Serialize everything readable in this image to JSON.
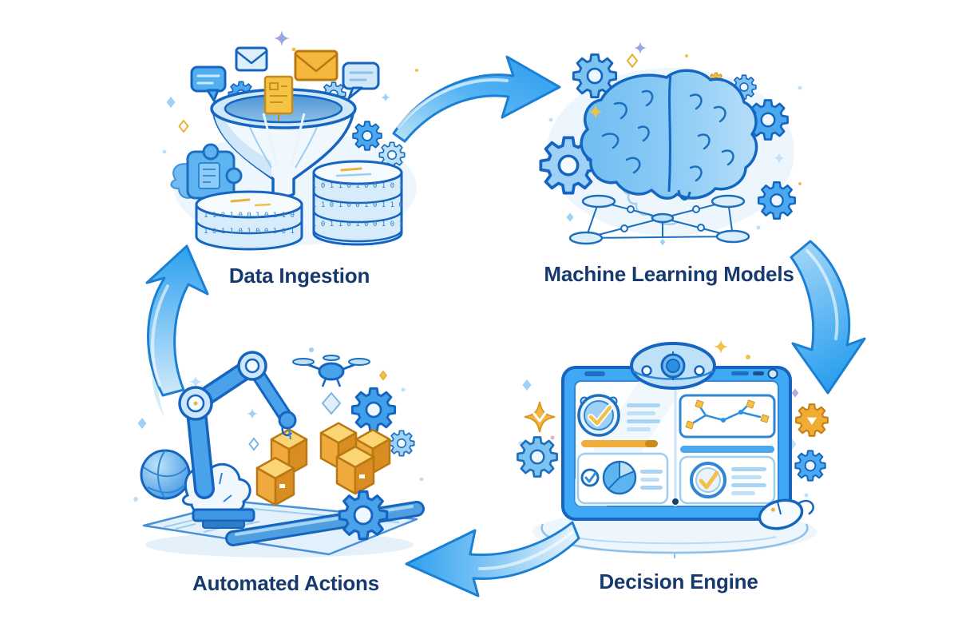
{
  "diagram": {
    "type": "cycle",
    "direction": "clockwise",
    "stages": [
      {
        "id": "data-ingestion",
        "label": "Data Ingestion",
        "position": "top-left",
        "icon": "funnel-databases-illustration"
      },
      {
        "id": "machine-learning-models",
        "label": "Machine Learning Models",
        "position": "top-right",
        "icon": "brain-gears-network-illustration"
      },
      {
        "id": "decision-engine",
        "label": "Decision Engine",
        "position": "bottom-right",
        "icon": "dashboard-robot-illustration"
      },
      {
        "id": "automated-actions",
        "label": "Automated Actions",
        "position": "bottom-left",
        "icon": "robot-arm-conveyor-illustration"
      }
    ],
    "arrows": [
      {
        "from": "Data Ingestion",
        "to": "Machine Learning Models",
        "position": "top-center",
        "direction": "right"
      },
      {
        "from": "Machine Learning Models",
        "to": "Decision Engine",
        "position": "right-middle",
        "direction": "down"
      },
      {
        "from": "Decision Engine",
        "to": "Automated Actions",
        "position": "bottom-center",
        "direction": "left"
      },
      {
        "from": "Automated Actions",
        "to": "Data Ingestion",
        "position": "left-middle",
        "direction": "up"
      }
    ]
  },
  "decor": {
    "db_binary_row": "1 0 1 1 0 1 0  0 1 0 1",
    "db_binary_row2": "1 1 0 1 0  0 1 0 1 1 0"
  },
  "colors": {
    "background": "#ffffff",
    "label_text": "#16396e",
    "arrow_blue": "#2da0ef",
    "outline_blue": "#1565c0",
    "fill_blue": "#4aa9ee",
    "light_blue": "#cfe9fb",
    "accent_yellow": "#f2c14b",
    "box_orange": "#f6b23e"
  }
}
